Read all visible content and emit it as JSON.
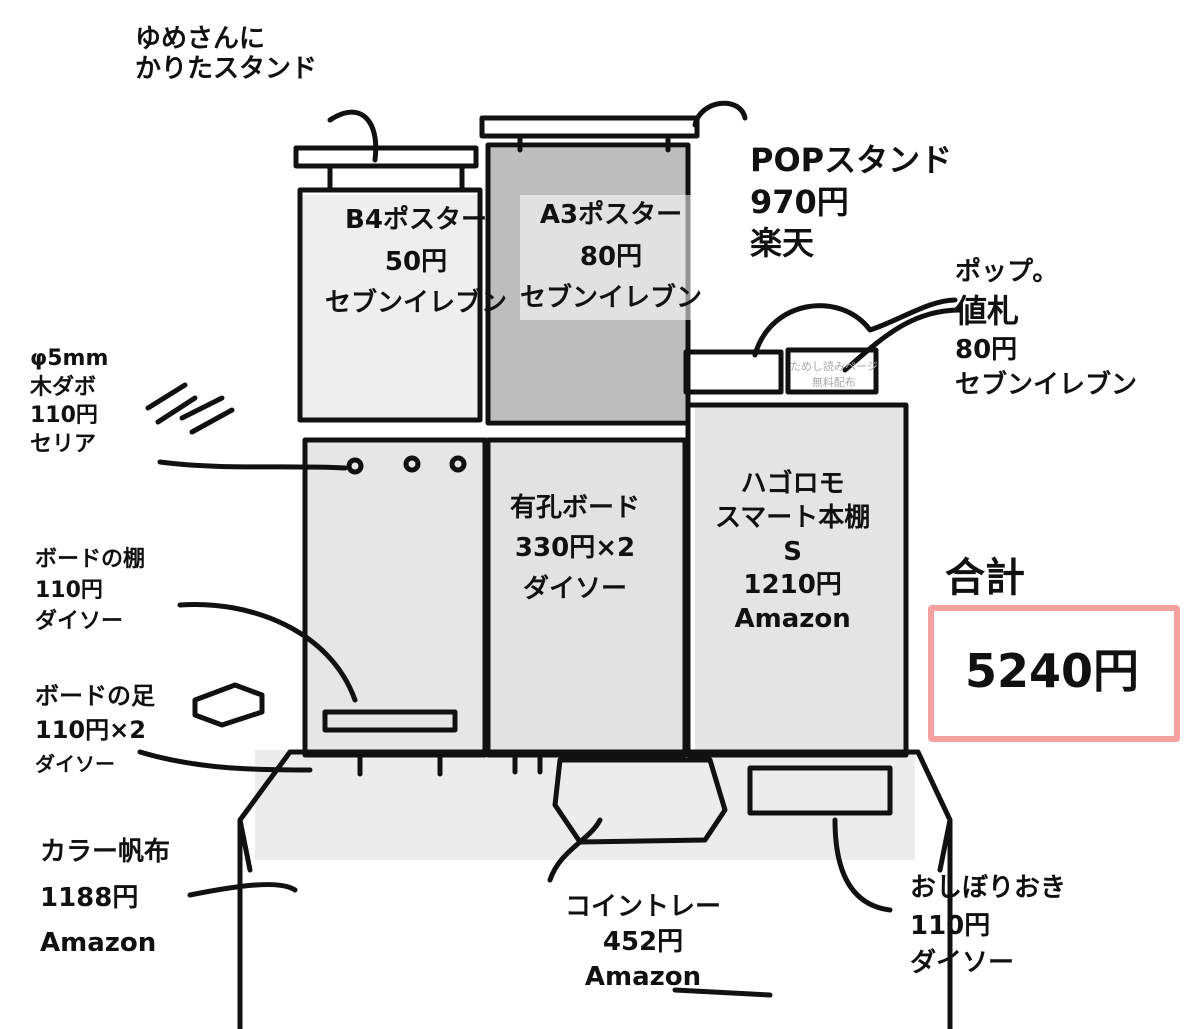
{
  "labels": {
    "borrowed_stand": {
      "line1": "ゆめさんに",
      "line2": "かりたスタンド"
    },
    "pop_stand": {
      "name": "POPスタンド",
      "price": "970円",
      "shop": "楽天"
    },
    "b4_poster": {
      "name": "B4ポスター",
      "price": "50円",
      "shop": "セブンイレブン"
    },
    "a3_poster": {
      "name": "A3ポスター",
      "price": "80円",
      "shop": "セブンイレブン"
    },
    "pop_tag": {
      "line1": "ポップ。",
      "line2": "値札",
      "price": "80円",
      "shop": "セブンイレブン"
    },
    "dowel": {
      "line1": "φ5mm",
      "line2": "木ダボ",
      "price": "110円",
      "shop": "セリア"
    },
    "pegboard": {
      "name": "有孔ボード",
      "price": "330円×2",
      "shop": "ダイソー"
    },
    "bookshelf": {
      "line1": "ハゴロモ",
      "line2": "スマート本棚",
      "line3": "S",
      "price": "1210円",
      "shop": "Amazon"
    },
    "total": {
      "label": "合計",
      "value": "5240円"
    },
    "board_shelf": {
      "name": "ボードの棚",
      "price": "110円",
      "shop": "ダイソー"
    },
    "board_feet": {
      "name": "ボードの足",
      "price": "110円×2",
      "shop": "ダイソー"
    },
    "canvas_cloth": {
      "name": "カラー帆布",
      "price": "1188円",
      "shop": "Amazon"
    },
    "coin_tray": {
      "name": "コイントレー",
      "price": "452円",
      "shop": "Amazon"
    },
    "towel_holder": {
      "name": "おしぼりおき",
      "price": "110円",
      "shop": "ダイソー"
    }
  },
  "background_signs": {
    "left": "ためし読みページ",
    "right": "無料配布"
  },
  "colors": {
    "accent": "#f08a8a",
    "ink": "#111111"
  }
}
